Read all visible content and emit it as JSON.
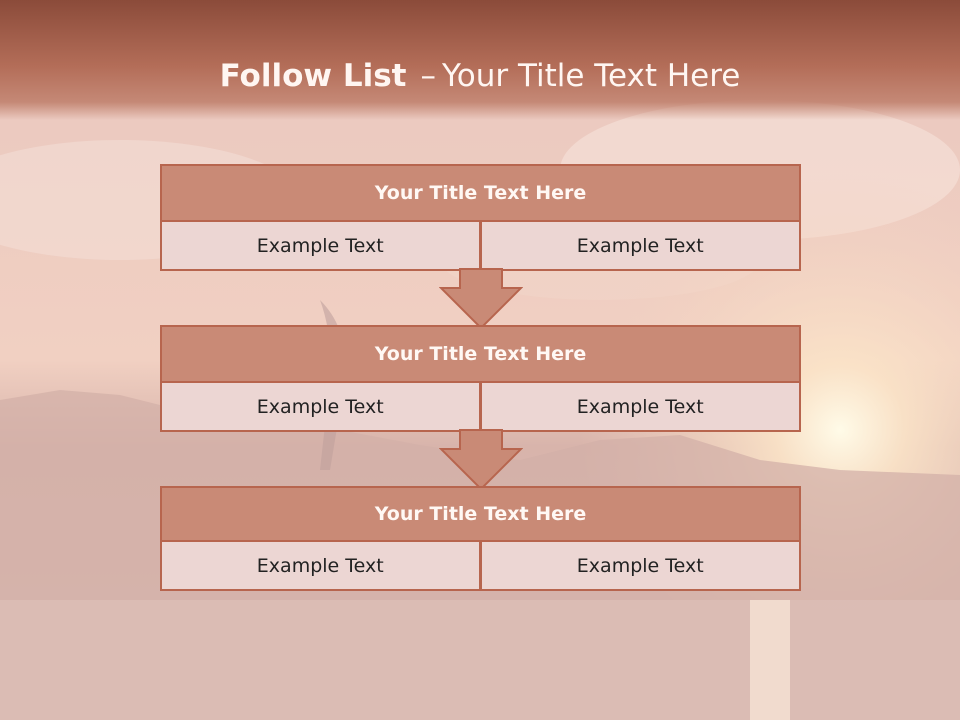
{
  "slide": {
    "title_bold": "Follow List",
    "title_dash": "–",
    "title_rest": "Your Title Text Here"
  },
  "steps": [
    {
      "title": "Your Title Text Here",
      "left": "Example Text",
      "right": "Example Text"
    },
    {
      "title": "Your Title Text Here",
      "left": "Example Text",
      "right": "Example Text"
    },
    {
      "title": "Your Title Text Here",
      "left": "Example Text",
      "right": "Example Text"
    }
  ],
  "colors": {
    "header": "#a5594a",
    "block_title": "#c98a76",
    "block_border": "#b7654e",
    "cell": "#ecd6d3",
    "arrow": "#c98a76"
  }
}
